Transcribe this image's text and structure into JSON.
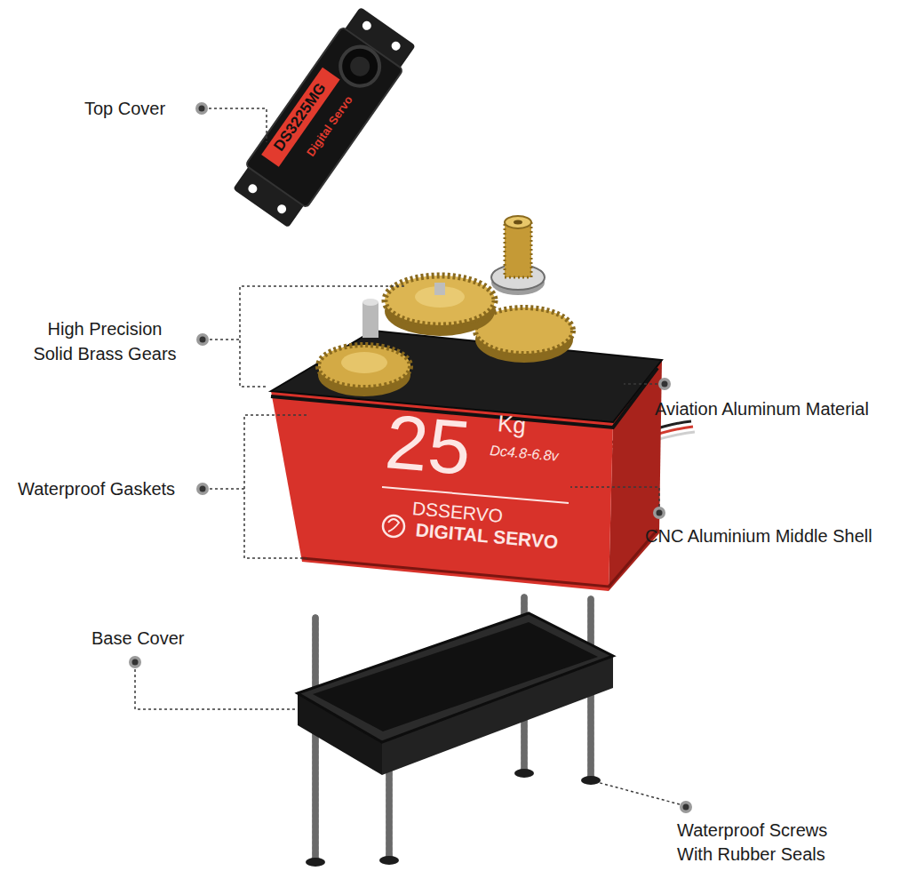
{
  "diagram": {
    "labels": [
      "Top Cover",
      "DS3225MG",
      "Digital Servo",
      "High Precision Solid Brass Gears",
      "Aviation Aluminum Material",
      "25",
      "Kg",
      "Dc4.8-6.8v",
      "Waterproof Gaskets",
      "DSSERVO",
      "DIGITAL SERVO",
      "CNC Aluminium Middle Shell",
      "Base Cover",
      "Waterproof Screws With Rubber Seals"
    ]
  }
}
